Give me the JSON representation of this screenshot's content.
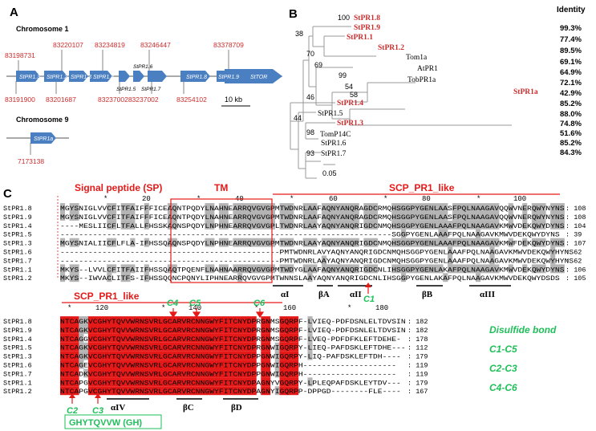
{
  "panel_labels": [
    "A",
    "B",
    "C"
  ],
  "panel_a": {
    "chr1_label": "Chromosome 1",
    "chr9_label": "Chromosome 9",
    "top_positions": [
      "83198731",
      "83220107",
      "83234819",
      "83246447",
      "83378709"
    ],
    "bottom_positions": [
      "83191900",
      "83201687",
      "8323700283237002",
      "83254102"
    ],
    "chr9_position": "7173138",
    "genes": [
      "StPR1.3",
      "StPR1.2",
      "StPR1.3",
      "StPR1.4",
      "StPR1.5",
      "StPR1.6",
      "StPR1.7",
      "StPR1.8",
      "StPR1.9",
      "StTOR"
    ],
    "chr9_gene": "StPR1a",
    "scale": "10 kb"
  },
  "panel_b": {
    "identity_header": "Identity",
    "leaves": [
      {
        "name": "StPR1.8",
        "identity": "99.3%",
        "red": true
      },
      {
        "name": "StPR1.9",
        "identity": "77.4%",
        "red": true
      },
      {
        "name": "StPR1.1",
        "identity": "89.5%",
        "red": true
      },
      {
        "name": "StPR1.2",
        "identity": "69.1%",
        "red": true
      },
      {
        "name": "Tom1a",
        "identity": "64.9%",
        "red": false
      },
      {
        "name": "AtPR1",
        "identity": "72.1%",
        "red": false
      },
      {
        "name": "TobPR1a",
        "identity": "42.9%",
        "red": false
      },
      {
        "name": "StPR1a",
        "identity": "85.2%",
        "red": true
      },
      {
        "name": "StPR1.4",
        "identity": "88.0%",
        "red": true
      },
      {
        "name": "StPR1.5",
        "identity": "74.8%",
        "red": false
      },
      {
        "name": "StPR1.3",
        "identity": "51.6%",
        "red": true
      },
      {
        "name": "TomP14C",
        "identity": "85.2%",
        "red": false
      },
      {
        "name": "StPR1.6",
        "identity": "84.3%",
        "red": false
      },
      {
        "name": "StPR1.7",
        "identity": "",
        "red": false
      }
    ],
    "bootstrap": [
      "100",
      "38",
      "70",
      "69",
      "99",
      "54",
      "58",
      "46",
      "44",
      "98",
      "93"
    ],
    "scale": "0.05"
  },
  "panel_c": {
    "region_sp": "Signal peptide (SP)",
    "region_tm": "TM",
    "region_scp": "SCP_PR1_like",
    "region_scp2": "SCP_PR1_like",
    "ruler1": [
      "20",
      "40",
      "60",
      "80",
      "100"
    ],
    "ruler2": [
      "120",
      "140",
      "160",
      "180"
    ],
    "block1": [
      {
        "name": "StPR1.8",
        "seq": "MGYSNIGLVVCFITFAIFFFICEAQNTPQDYLNAHNEARRQVGVGPMTWDNRLAAFAQNYANQRAGDCRMQHSGGPYGENLAASFPQLNAAGAVQQWVNERQWYNYNS",
        "end": ": 108"
      },
      {
        "name": "StPR1.9",
        "seq": "MGYSNIGLVVCFITFAIFFFICEAQNTPQDYLNAHNEARRQVGVGPMTWDNRLAAFAQNYANQRAGDCRMQHSGGPYGENLAASFPQLNAAGAVQQWVNERQWYNYNS",
        "end": ": 108"
      },
      {
        "name": "StPR1.4",
        "seq": "----MESLIICFLTFALLFHSSKAQNSPQDYLNPHNEARRQVGVGPLTWDNRLAAYAQNYANQRIGDCNMQHSGGPYGENLAAAFPQLNAAGAVKMWVDEKQWYDYNS",
        "end": ": 104"
      },
      {
        "name": "StPR1.5",
        "seq": "-----------------------------------------------------------------------SGGPYGENLAAAFPQLNAAGAVKMWVDEKQWYDYNS",
        "end": ":  39"
      },
      {
        "name": "StPR1.3",
        "seq": "MGYSNIALIICFLFLA-IFHSSQAQNSPQDYLNPHNEARRQVGVGPMTWDNRLAAYAQNYANQRIGDCNMQHSGGPYGENLAAAFPQLNAAGAVKMWFDEKQWYDYNS",
        "end": ": 107"
      },
      {
        "name": "StPR1.6",
        "seq": "-----------------------------------------------PMTWDNRLAVYAQNYANQRIGDCNMQHSGGPYGENLAAAFPQLNAAGAVKMWVDEKQWYHYNS",
        "end": ":  62"
      },
      {
        "name": "StPR1.7",
        "seq": "-----------------------------------------------PMTWDNRLAAYAQNYANQRIGDCNMQHSGGPYGENLAAAFPQLNAAGAVKMWVDEKQWYHYNS",
        "end": ":  62"
      },
      {
        "name": "StPR1.1",
        "seq": "MKYS--LVVLCFITFAIIFHSSQAQTPQENFLNAHNAARRQVGVGPMTWDYGLAAFAQNYANQRIGDCNLIHSGGPYGENLAKAFPQLNAAGAVKMWVDEKQWYDYNS",
        "end": ": 106"
      },
      {
        "name": "StPR1.2",
        "seq": "MKYS--IWVACLITFS-IFHSSQQNCPQNYLIPHNEARRQVGVGPMTWNNSLAAYAQNYANQRIGDCNLIHSGGPYGENLAKAFPQLNAAGAVKMWVDEKQWYDSDS",
        "end": ": 105"
      }
    ],
    "block2": [
      {
        "name": "StPR1.8",
        "seq": "NTCAGKVCGHYTQVVWRNSVRLGCARVRCNNGWYFITCNYDPRGNMSGQRPF-LVIEQ-PDFDSNLELTDVSIN",
        "end": ": 182"
      },
      {
        "name": "StPR1.9",
        "seq": "NTCAGKVCGHYTQVVWRNSVRLGCARVRCNNGWYFITCNYDPRGNMSGQRPF-LVIEQ-PDFDSNLELTDVSIN",
        "end": ": 182"
      },
      {
        "name": "StPR1.4",
        "seq": "NTCAGGVCGHYTQVVWRNSVRLGCARVRCNNGWYFITCNYDPRGNMSGQRPF-LVEQ-PDFDFKLEFTDEHE-",
        "end": ": 178"
      },
      {
        "name": "StPR1.5",
        "seq": "NTCAGKVCGHYTQVVWRNSVRLGCARVRCNNGWYFITCNYDPRGNWIGQRPY-LIEQ-PAFDSKLEFTDHE---",
        "end": ": 112"
      },
      {
        "name": "StPR1.3",
        "seq": "NTCAGKVCGHYTQVVWRNSVRLGCARVRCNNGWYFITCNYDPPGNWIGQRPY-LIQ-PAFDSKLEFTDH----",
        "end": ": 179"
      },
      {
        "name": "StPR1.6",
        "seq": "NTCAGEVCGHYTQVVWRNSVRLGCARVRCNNGWYFITCNYDPPGNWIGQRPH--------------------",
        "end": ": 119"
      },
      {
        "name": "StPR1.7",
        "seq": "NTCADKVCGHYTQVVWRNSVRLGCARVRCNNGWYFITCNYDPPGNWIGQRPH--------------------",
        "end": ": 119"
      },
      {
        "name": "StPR1.1",
        "seq": "NTCAPGVCGHYTQVVWRNSVRLGCARVRCNNGWYFITCNYDPAGNYVGQRPY-LPLEQPAFDSKLEYTDV---",
        "end": ": 179"
      },
      {
        "name": "StPR1.2",
        "seq": "NTCAPGVCGHYTQVVWRNSVRLGCARVRCNNGWYFITCNYDPAGNYIGQRPP-DPPGD--------FLE----",
        "end": ": 167"
      }
    ],
    "cys_top": [
      "C4",
      "C5",
      "C6"
    ],
    "cys_bottom": [
      "C1",
      "C2",
      "C3"
    ],
    "helix1": [
      "αI",
      "βA",
      "αII",
      "βB",
      "αIII"
    ],
    "helix2": [
      "αIV",
      "βC",
      "βD"
    ],
    "motif_box": "GHYTQVVW (GH)",
    "disulfide": {
      "title": "Disulfide bond",
      "pairs": [
        "C1-C5",
        "C2-C3",
        "C4-C6"
      ]
    }
  },
  "colors": {
    "red": "#e61919",
    "gray": "#b4b4b4",
    "blue": "#4a7fc1",
    "green": "#1fbf5a",
    "gene_red": "#cc2d2d"
  }
}
